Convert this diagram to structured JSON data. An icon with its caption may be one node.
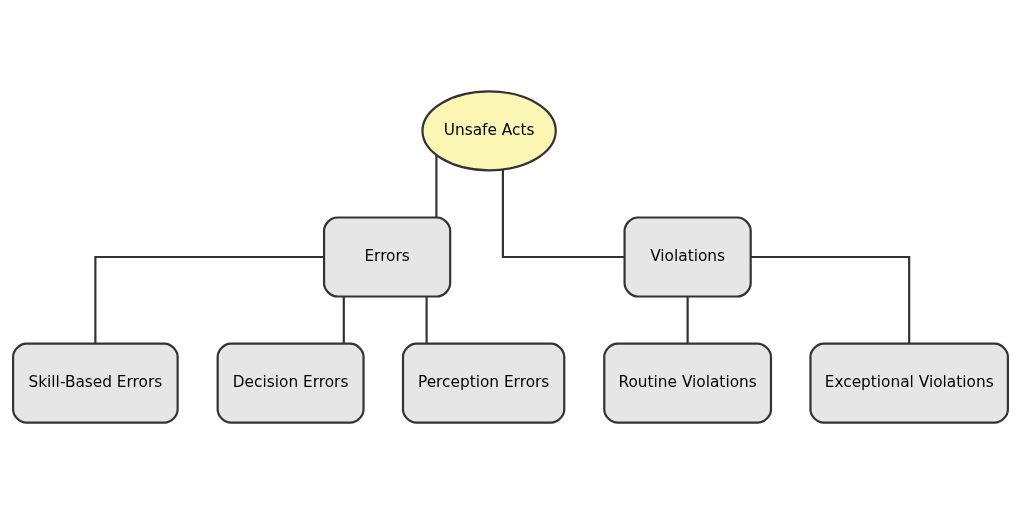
{
  "diagram": {
    "nodes": [
      {
        "text": [
          "Unsafe Acts"
        ]
      },
      {
        "text": [
          "Errors"
        ]
      },
      {
        "text": [
          "Violations"
        ]
      },
      {
        "text": [
          "Skill-Based Errors"
        ]
      },
      {
        "text": [
          "Decision Errors"
        ]
      },
      {
        "text": [
          "Perception Errors"
        ]
      },
      {
        "text": [
          "Routine Violations"
        ]
      },
      {
        "text": [
          "Exceptional Violations"
        ]
      }
    ],
    "edges": [
      {
        "from": 0,
        "to": 1,
        "arrow": "none"
      },
      {
        "from": 0,
        "to": 2,
        "arrow": "none"
      },
      {
        "from": 1,
        "to": 3,
        "arrow": "none"
      },
      {
        "from": 1,
        "to": 4,
        "arrow": "none"
      },
      {
        "from": 1,
        "to": 5,
        "arrow": "none"
      },
      {
        "from": 2,
        "to": 6,
        "arrow": "none"
      },
      {
        "from": 2,
        "to": 7,
        "arrow": "none"
      }
    ]
  }
}
